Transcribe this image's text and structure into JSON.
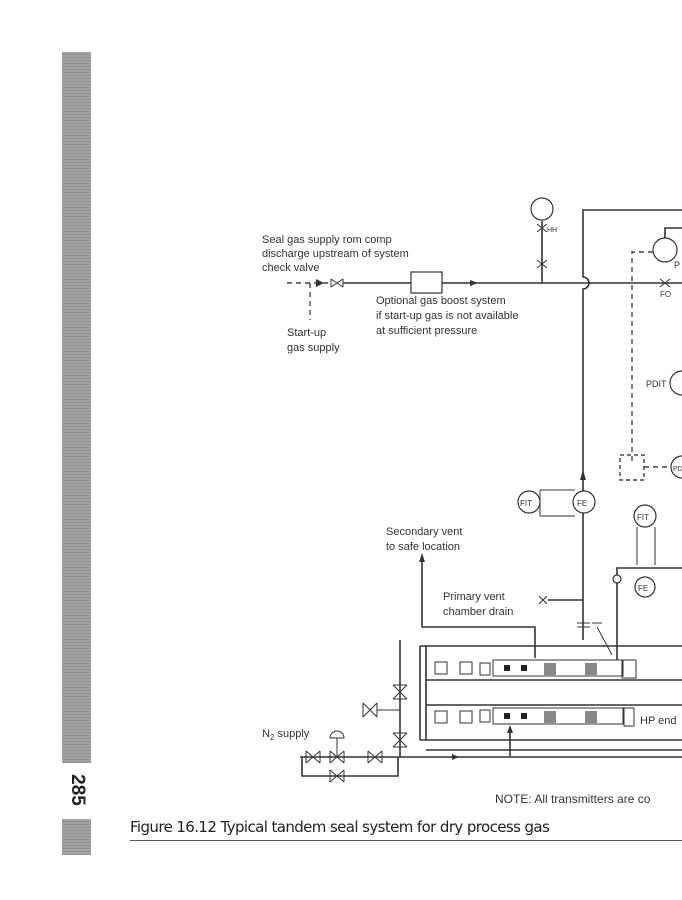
{
  "page": {
    "number": "285"
  },
  "figure": {
    "caption": "Figure 16.12 Typical tandem seal system for dry process gas",
    "labels": {
      "seal_gas_1": "Seal gas supply rom comp",
      "seal_gas_2": "discharge upstream of system",
      "seal_gas_3": "check valve",
      "startup_1": "Start-up",
      "startup_2": "gas supply",
      "boost_1": "Optional gas boost system",
      "boost_2": "if start-up gas is not available",
      "boost_3": "at sufficient pressure",
      "secondary_1": "Secondary vent",
      "secondary_2": "to safe location",
      "primary_1": "Primary vent",
      "primary_2": "chamber drain",
      "n2_main": "N",
      "n2_sub": "2",
      "n2_rest": " supply",
      "hp_end": "HP end",
      "note": "NOTE: All transmitters are co",
      "pdit": "PDIT",
      "pd": "PD",
      "fit1": "FIT",
      "fe1": "FE",
      "fit2": "FIT",
      "fe2": "FE",
      "p": "P",
      "fo": "FO",
      "hh": "HH"
    }
  }
}
